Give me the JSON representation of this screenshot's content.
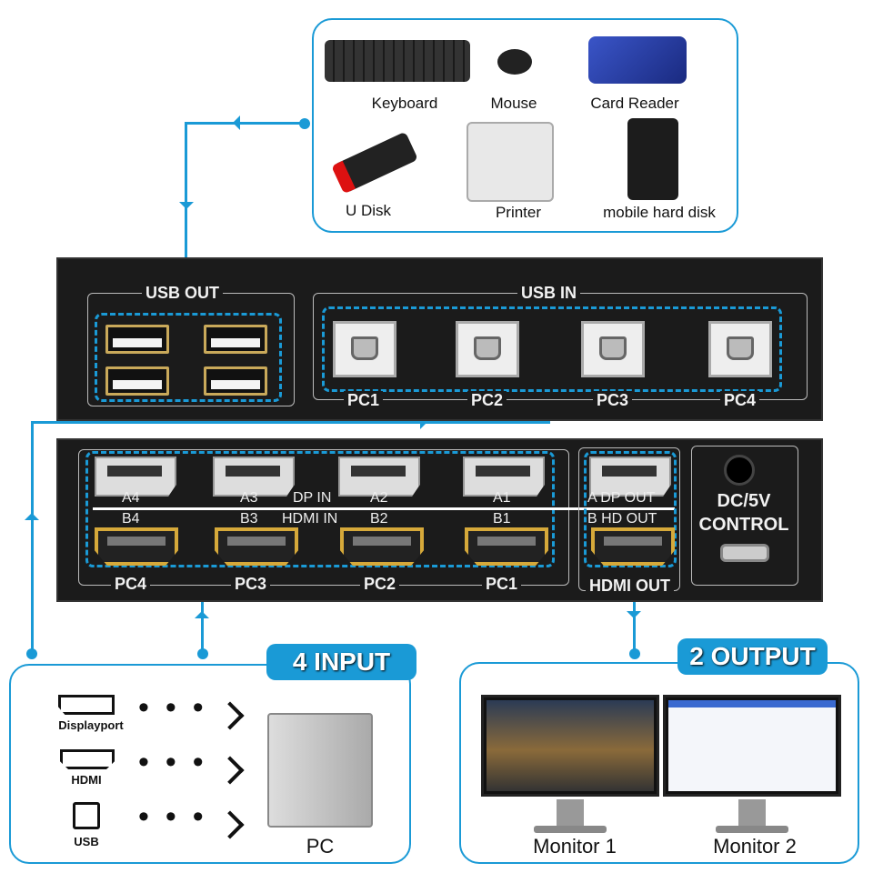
{
  "peripherals": {
    "keyboard": "Keyboard",
    "mouse": "Mouse",
    "card_reader": "Card Reader",
    "u_disk": "U Disk",
    "printer": "Printer",
    "hard_disk": "mobile hard disk"
  },
  "back_panel": {
    "usb_out": "USB OUT",
    "usb_in": "USB IN",
    "pcs": [
      "PC1",
      "PC2",
      "PC3",
      "PC4"
    ]
  },
  "front_panel": {
    "dp_labels": [
      "A4",
      "A3",
      "A2",
      "A1"
    ],
    "dp_in": "DP IN",
    "hdmi_labels": [
      "B4",
      "B3",
      "B2",
      "B1"
    ],
    "hdmi_in": "HDMI IN",
    "pcs": [
      "PC4",
      "PC3",
      "PC2",
      "PC1"
    ],
    "dp_out": "A DP OUT",
    "hd_out": "B HD OUT",
    "hdmi_out": "HDMI OUT",
    "dc": "DC/5V",
    "control": "CONTROL"
  },
  "input": {
    "badge": "4 INPUT",
    "items": [
      "Displayport",
      "HDMI",
      "USB"
    ],
    "pc": "PC"
  },
  "output": {
    "badge": "2 OUTPUT",
    "monitors": [
      "Monitor 1",
      "Monitor 2"
    ]
  },
  "colors": {
    "accent": "#1a9ad6",
    "panel": "#1b1b1b"
  }
}
